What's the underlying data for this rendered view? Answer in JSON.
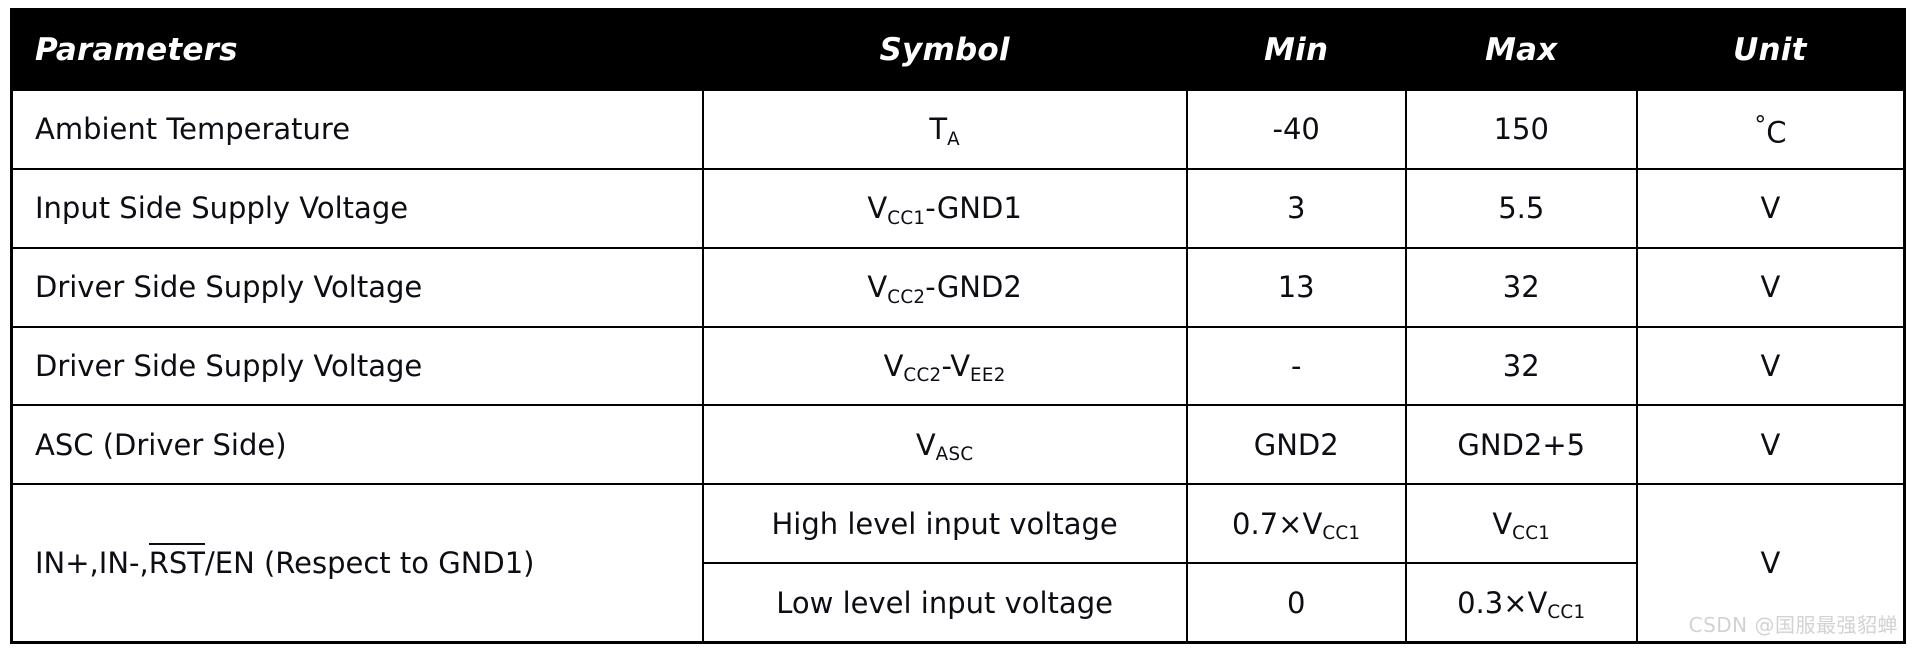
{
  "table": {
    "headers": {
      "parameters": "Parameters",
      "symbol": "Symbol",
      "min": "Min",
      "max": "Max",
      "unit": "Unit"
    },
    "rows": [
      {
        "parameter": "Ambient Temperature",
        "symbol_base": "T",
        "symbol_sub": "A",
        "min": "-40",
        "max": "150",
        "unit": "°C"
      },
      {
        "parameter": "Input Side Supply Voltage",
        "symbol_base": "V",
        "symbol_sub": "CC1",
        "symbol_tail": "-GND1",
        "min": "3",
        "max": "5.5",
        "unit": "V"
      },
      {
        "parameter": "Driver Side Supply Voltage",
        "symbol_base": "V",
        "symbol_sub": "CC2",
        "symbol_tail": "-GND2",
        "min": "13",
        "max": "32",
        "unit": "V"
      },
      {
        "parameter": "Driver Side Supply Voltage",
        "symbol_base": "V",
        "symbol_sub": "CC2",
        "symbol_tail": "-V",
        "symbol_tail_sub": "EE2",
        "min": "-",
        "max": "32",
        "unit": "V"
      },
      {
        "parameter": "ASC (Driver Side)",
        "symbol_base": "V",
        "symbol_sub": "ASC",
        "min": "GND2",
        "max": "GND2+5",
        "unit": "V"
      }
    ],
    "input_group": {
      "parameter_pre": "IN+,IN-,",
      "parameter_overline": "RST",
      "parameter_post": "/EN (Respect to GND1)",
      "unit": "V",
      "lines": [
        {
          "symbol": "High level input voltage",
          "min_pre": "0.7×V",
          "min_sub": "CC1",
          "max_pre": "V",
          "max_sub": "CC1"
        },
        {
          "symbol": "Low level input voltage",
          "min_pre": "0",
          "min_sub": "",
          "max_pre": "0.3×V",
          "max_sub": "CC1"
        }
      ]
    }
  },
  "watermark": "CSDN @国服最强貂蝉",
  "colors": {
    "header_bg": "#000000",
    "header_text": "#ffffff",
    "border": "#000000",
    "body_text": "#0d0d14",
    "watermark": "#d2d2d2"
  }
}
